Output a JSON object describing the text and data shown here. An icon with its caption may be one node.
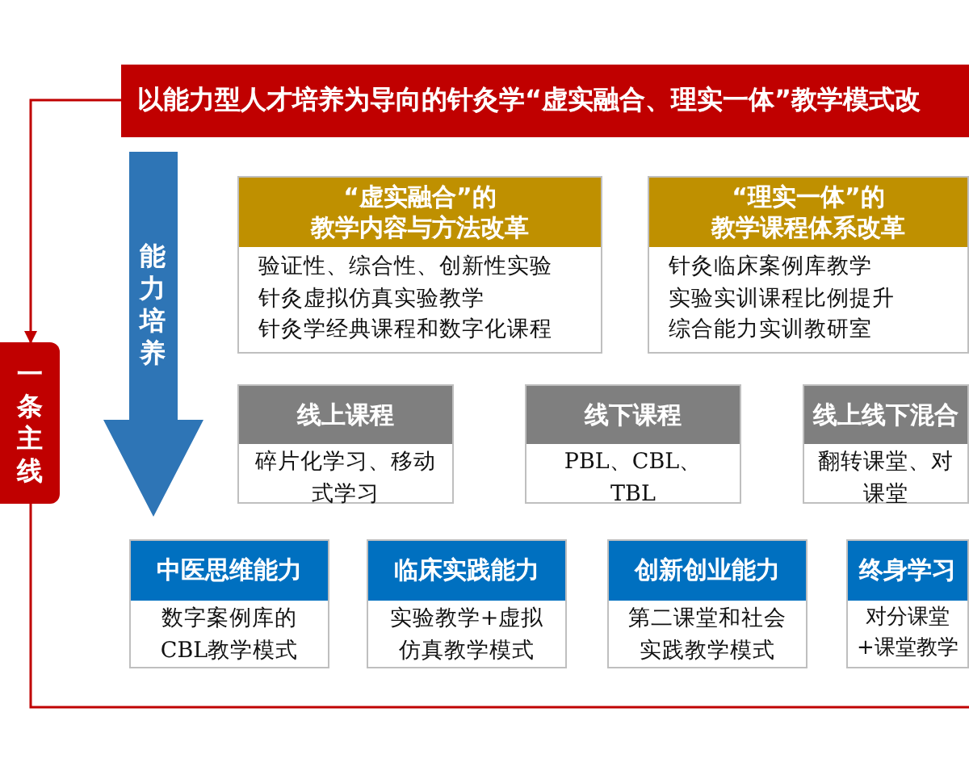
{
  "diagram": {
    "nodes": [
      {
        "text": [
          "以能力型人才培养为导向的针灸学“虚实融合、理实一体”教学模式改"
        ]
      },
      {
        "text": [
          "一条主线"
        ]
      },
      {
        "text": [
          "“虚实融合”的",
          "教学内容与方法改革",
          "验证性、综合性、创新性实验",
          "针灸虚拟仿真实验教学",
          "针灸学经典课程和数字化课程"
        ]
      },
      {
        "text": [
          "“理实一体”的",
          "教学课程体系改革",
          "针灸临床案例库教学",
          "实验实训课程比例提升",
          "综合能力实训教研室"
        ]
      },
      {
        "text": [
          "线上课程",
          "碎片化学习、移动式学习"
        ]
      },
      {
        "text": [
          "线下课程",
          "PBL、CBL、TBL"
        ]
      },
      {
        "text": [
          "线上线下混合",
          "翻转课堂、对课堂"
        ]
      },
      {
        "text": [
          "中医思维能力",
          "数字案例库的CBL教学模式"
        ]
      },
      {
        "text": [
          "临床实践能力",
          "实验教学+虚拟仿真教学模式"
        ]
      },
      {
        "text": [
          "创新创业能力",
          "第二课堂和社会实践教学模式"
        ]
      },
      {
        "text": [
          "终身学习",
          "对分课堂+课堂教学"
        ]
      }
    ],
    "edges": [
      {
        "from": 0,
        "to": 1,
        "arrow": "to"
      },
      {
        "from": 1,
        "to": null,
        "arrow": "none"
      },
      {
        "from": 0,
        "to": 7,
        "arrow": "to",
        "label": "能力培养",
        "style": "thick",
        "color": "#2e75b6"
      }
    ]
  }
}
